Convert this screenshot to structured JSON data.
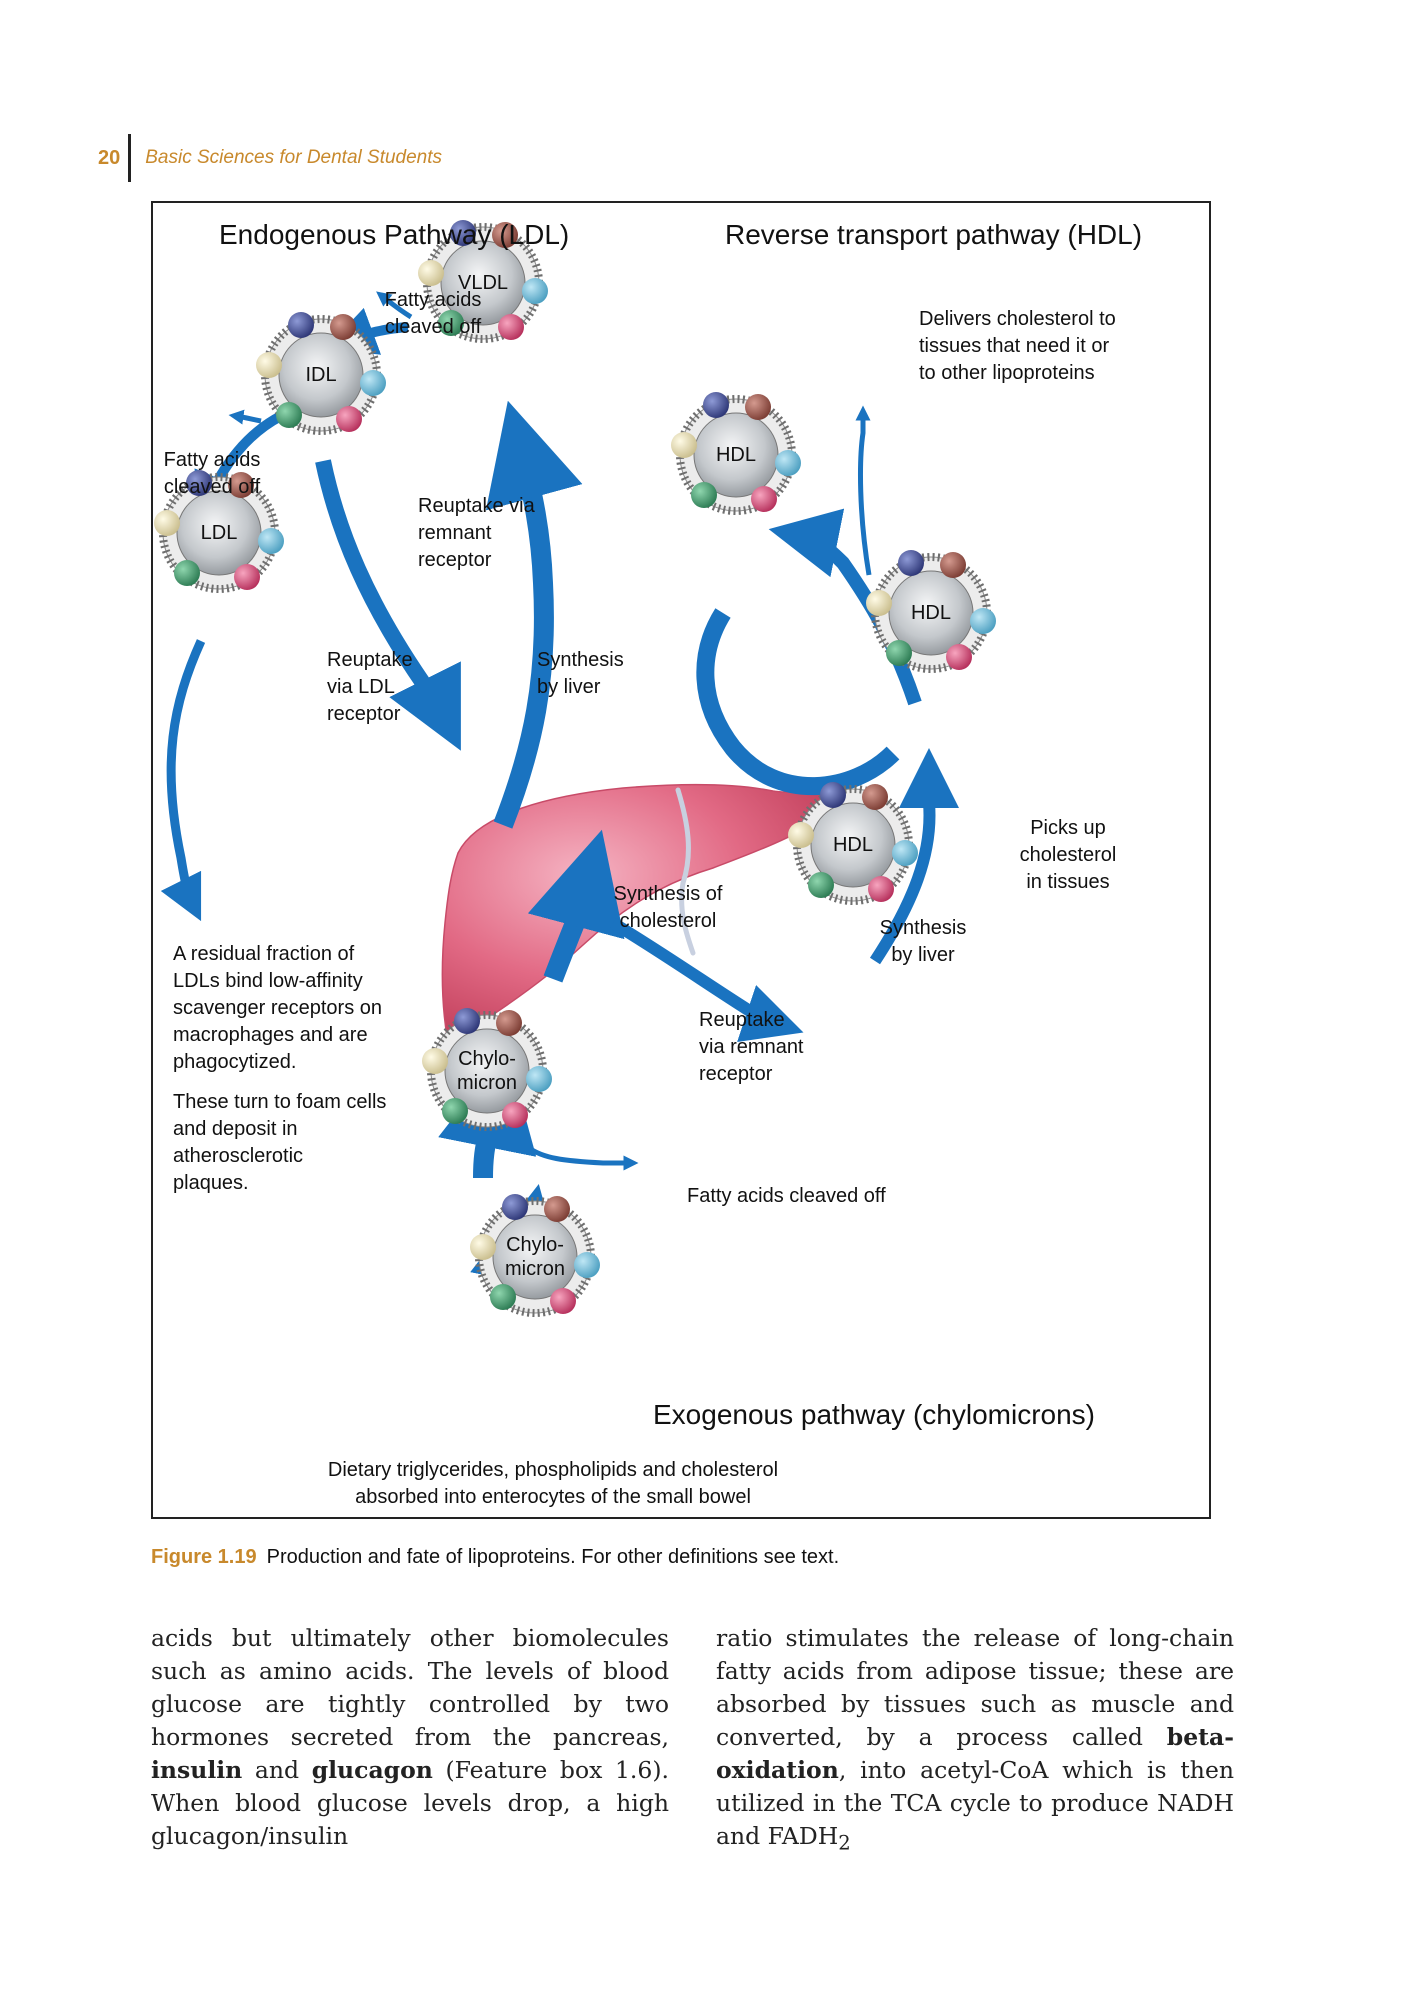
{
  "running_head": {
    "page_number": "20",
    "book_title": "Basic Sciences for Dental Students"
  },
  "figure": {
    "titles": {
      "endogenous": "Endogenous Pathway (LDL)",
      "reverse": "Reverse transport pathway (HDL)",
      "exogenous": "Exogenous pathway (chylomicrons)"
    },
    "particles": {
      "vldl": "VLDL",
      "idl": "IDL",
      "ldl": "LDL",
      "hdl_top": "HDL",
      "hdl_right": "HDL",
      "hdl_bottom": "HDL",
      "chylo_upper": "Chylo-\nmicron",
      "chylo_lower": "Chylo-\nmicron"
    },
    "labels": {
      "fatty_acids_vldl": "Fatty acids\ncleaved off",
      "fatty_acids_idl": "Fatty acids\ncleaved off",
      "reuptake_remnant_top": "Reuptake via\nremnant\nreceptor",
      "reuptake_ldl": "Reuptake\nvia LDL\nreceptor",
      "synthesis_liver_left": "Synthesis\nby liver",
      "delivers": "Delivers cholesterol to\ntissues that need it or\nto other lipoproteins",
      "picks_up": "Picks up\ncholesterol\nin tissues",
      "synthesis_liver_right": "Synthesis\nby liver",
      "synthesis_cholesterol": "Synthesis of\ncholesterol",
      "residual": "A residual fraction of\nLDLs bind low-affinity\nscavenger receptors on\nmacrophages and are\nphagocytized.",
      "foam_cells": "These turn to foam cells\nand deposit in\natherosclerotic\nplaques.",
      "reuptake_remnant_bottom": "Reuptake\nvia remnant\nreceptor",
      "fatty_acids_chylo": "Fatty acids cleaved off",
      "dietary": "Dietary triglycerides, phospholipids and cholesterol\nabsorbed into enterocytes of the small bowel"
    },
    "colors": {
      "arrow_blue": "#1a73c0",
      "liver": "#e2657f",
      "particle_core": "#b9bdc2",
      "accent": "#c8892c"
    }
  },
  "caption": {
    "label": "Figure 1.19",
    "text": "Production and fate of lipoproteins. For other definitions see text."
  },
  "body": {
    "col1": {
      "t1": "acids but ultimately other biomolecules such as amino acids. The levels of blood glucose are tightly controlled by two hormones secreted from the pancreas, ",
      "b1": "insulin",
      "t2": " and ",
      "b2": "glucagon",
      "t3": " (Feature box 1.6). When blood glucose levels drop, a high glucagon/insulin"
    },
    "col2": {
      "t1": "ratio stimulates the release of long-chain fatty acids from adipose tissue; these are absorbed by tissues such as muscle and converted, by a process called ",
      "b1": "beta-oxidation",
      "t2": ", into acetyl-CoA which is then utilized in the TCA cycle to produce NADH and FADH",
      "sub": "2"
    }
  }
}
